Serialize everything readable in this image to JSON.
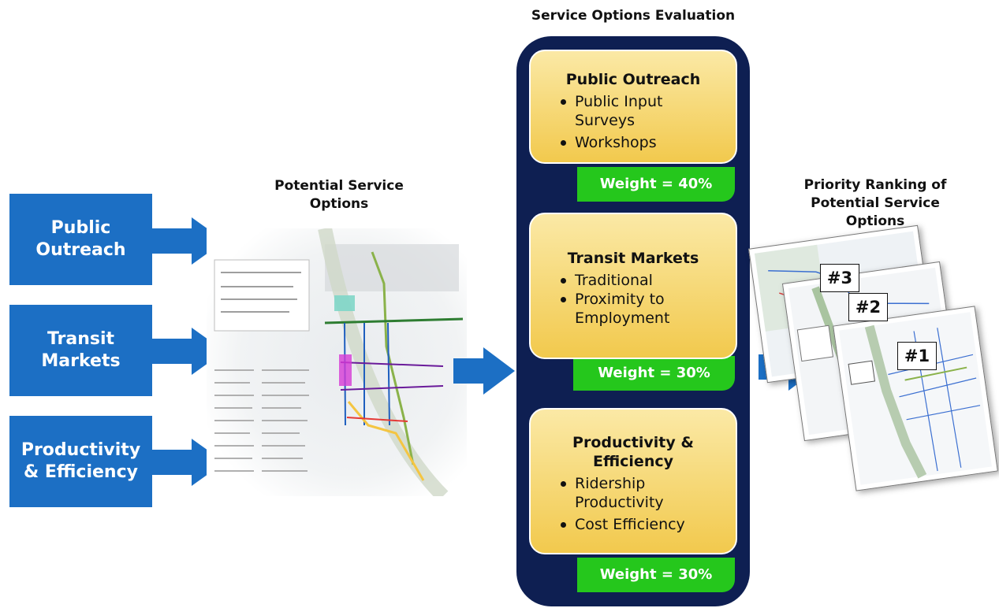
{
  "headings": {
    "evaluation": "Service Options Evaluation",
    "potential": "Potential Service\nOptions",
    "priority": "Priority Ranking of\nPotential Service\nOptions"
  },
  "inputs": [
    {
      "label": "Public\nOutreach"
    },
    {
      "label": "Transit\nMarkets"
    },
    {
      "label": "Productivity\n& Efficiency"
    }
  ],
  "criteria": [
    {
      "title": "Public Outreach",
      "bullets": [
        "Public Input\nSurveys",
        "Workshops"
      ],
      "weight": "Weight = 40%"
    },
    {
      "title": "Transit Markets",
      "bullets": [
        "Traditional",
        "Proximity to\nEmployment"
      ],
      "weight": "Weight = 30%"
    },
    {
      "title": "Productivity &\nEfficiency",
      "bullets": [
        "Ridership\nProductivity",
        "Cost Efficiency"
      ],
      "weight": "Weight = 30%"
    }
  ],
  "rankings": [
    "#3",
    "#2",
    "#1"
  ],
  "colors": {
    "input_blue": "#1c6fc4",
    "panel_navy": "#0e1f52",
    "card_gold": "#f6d979",
    "weight_green": "#25c71c"
  }
}
